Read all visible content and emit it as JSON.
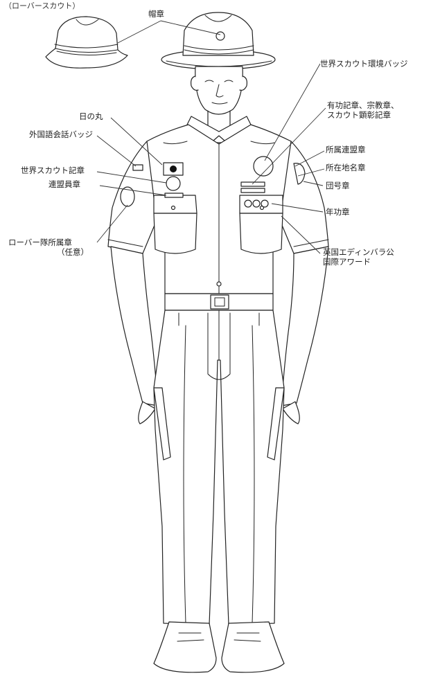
{
  "caption": "（ローバースカウト）",
  "labels": {
    "cap_badge": "帽章",
    "world_env_badge": "世界スカウト環境バッジ",
    "merit_badges_1": "有功記章、宗教章、",
    "merit_badges_2": "スカウト顕彰記章",
    "hinomaru": "日の丸",
    "foreign_lang_badge": "外国語会話バッジ",
    "world_scout_badge": "世界スカウト記章",
    "federation_badge": "連盟員章",
    "council_badge": "所属連盟章",
    "location_badge": "所在地名章",
    "troop_number": "団号章",
    "service_stars": "年功章",
    "rover_crest_1": "ローバー隊所属章",
    "rover_crest_2": "（任意）",
    "edinburgh_1": "英国エディンバラ公",
    "edinburgh_2": "国際アワード"
  }
}
